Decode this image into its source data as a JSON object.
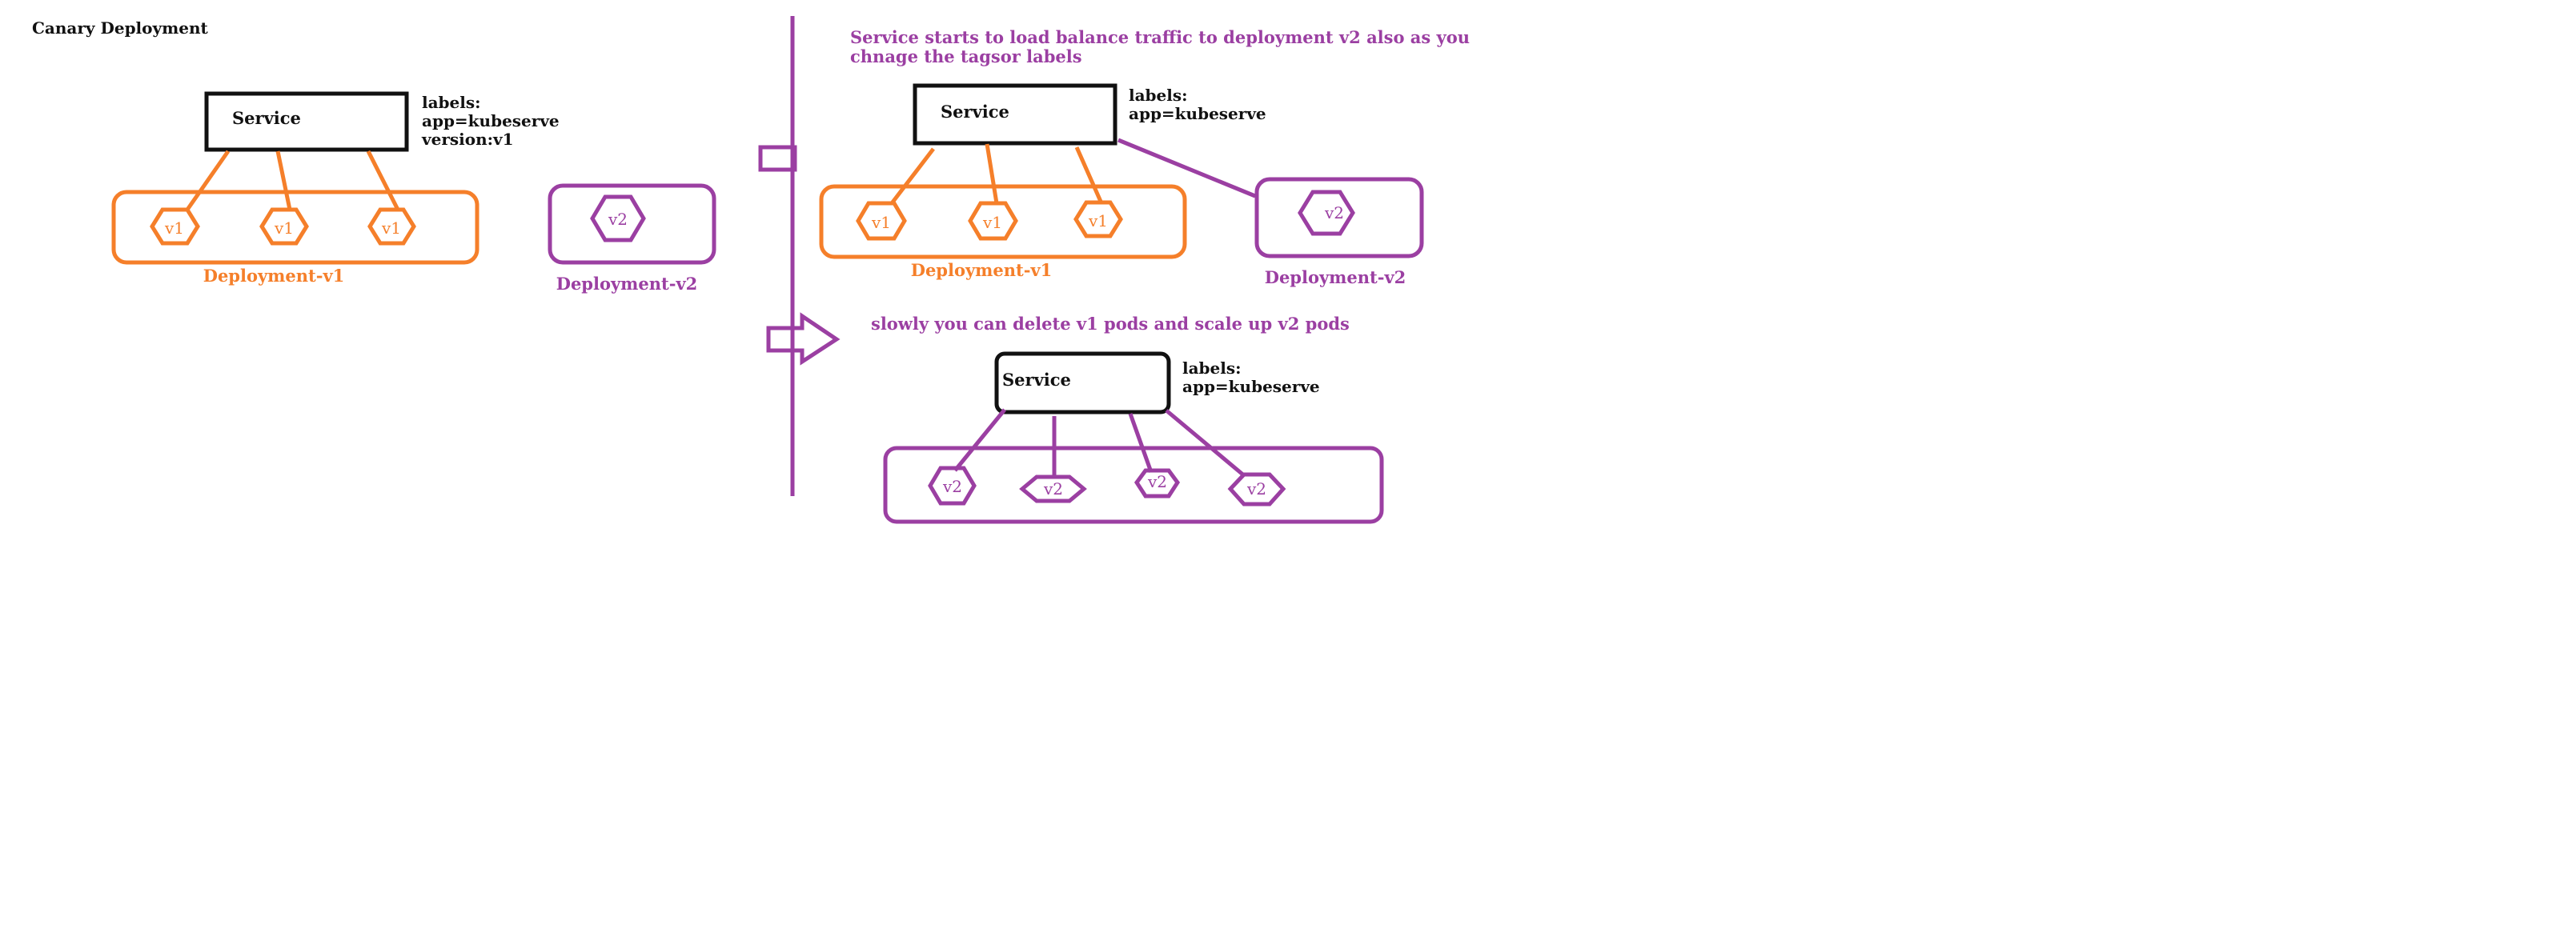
{
  "title": "Canary Deployment",
  "colors": {
    "orange": "#F57F2A",
    "purple": "#9B3FA2",
    "black": "#111111"
  },
  "left": {
    "service": "Service",
    "labels": [
      "labels:",
      "app=kubeserve",
      "version:v1"
    ],
    "deployment_v1": {
      "name": "Deployment-v1",
      "pods": [
        "v1",
        "v1",
        "v1"
      ]
    },
    "deployment_v2": {
      "name": "Deployment-v2",
      "pods": [
        "v2"
      ]
    }
  },
  "step1": {
    "note": [
      "Service starts to load balance traffic to deployment v2 also as you",
      "chnage the tagsor labels"
    ],
    "service": "Service",
    "labels": [
      "labels:",
      "app=kubeserve"
    ],
    "deployment_v1": {
      "name": "Deployment-v1",
      "pods": [
        "v1",
        "v1",
        "v1"
      ]
    },
    "deployment_v2": {
      "name": "Deployment-v2",
      "pods": [
        "v2"
      ]
    }
  },
  "step2": {
    "note": "slowly you can delete v1 pods and scale up v2 pods",
    "service": "Service",
    "labels": [
      "labels:",
      "app=kubeserve"
    ],
    "pods": [
      "v2",
      "v2",
      "v2",
      "v2"
    ]
  }
}
